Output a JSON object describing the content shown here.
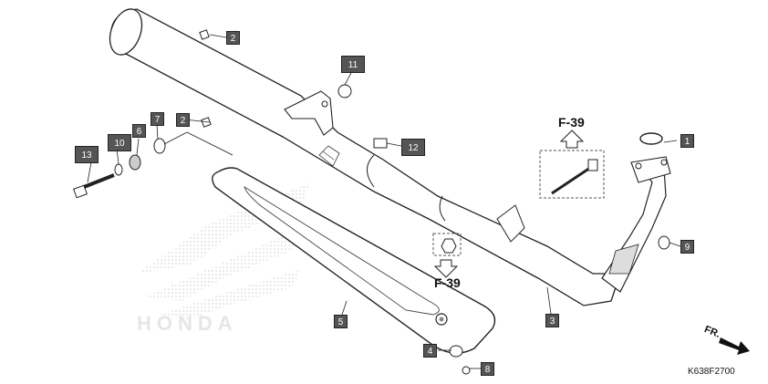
{
  "diagram": {
    "callouts": [
      "1",
      "2",
      "2",
      "3",
      "4",
      "5",
      "6",
      "7",
      "8",
      "9",
      "10",
      "11",
      "12",
      "13"
    ],
    "ref_labels": [
      "F-39",
      "F-39"
    ],
    "direction": "FR.",
    "drawing_code": "K638F2700",
    "watermark": "HONDA"
  }
}
